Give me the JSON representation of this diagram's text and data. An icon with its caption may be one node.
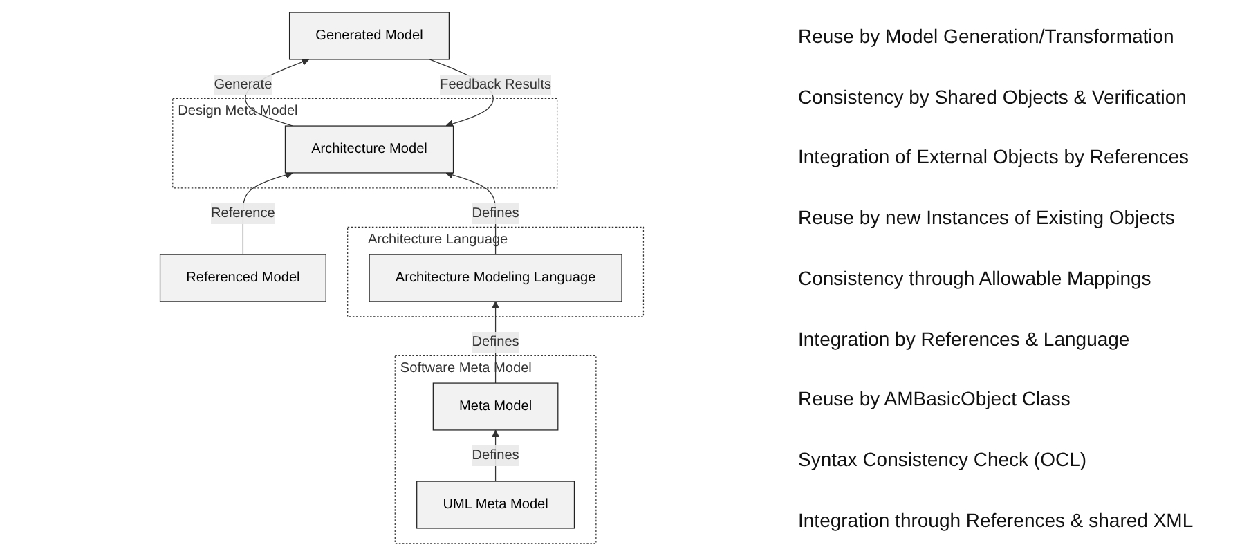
{
  "diagram": {
    "nodes": [
      {
        "text": [
          "Referenced Model"
        ]
      },
      {
        "text": [
          "Generated Model"
        ]
      },
      {
        "text": [
          "Design Meta Model"
        ]
      },
      {
        "text": [
          "Architecture Model"
        ],
        "in": 2
      },
      {
        "text": [
          "Architecture Language Meta Model"
        ]
      },
      {
        "text": [
          "Architecture Modeling Language"
        ],
        "in": 4
      },
      {
        "text": [
          "Software Meta Model"
        ]
      },
      {
        "text": [
          "UML Meta Model"
        ],
        "in": 6
      },
      {
        "text": [
          "Meta Model"
        ],
        "in": 6
      }
    ],
    "edges": [
      {
        "from": 0,
        "to": 3,
        "arrow": "to",
        "label": "Reference"
      },
      {
        "from": 3,
        "to": 1,
        "arrow": "to",
        "label": "Generate"
      },
      {
        "from": 1,
        "to": 3,
        "arrow": "to",
        "label": "Feedback Results"
      },
      {
        "from": 5,
        "to": 3,
        "arrow": "to",
        "label": "Defines"
      },
      {
        "from": 8,
        "to": 5,
        "arrow": "to",
        "label": "Defines"
      },
      {
        "from": 7,
        "to": 8,
        "arrow": "to",
        "label": "Defines"
      }
    ],
    "labels": [
      "Reuse by Model Generation/Transformation",
      "Consistency by Shared Objects & Verification",
      "Integration of External Objects by References",
      "Reuse by new Instances of Existing Objects",
      "Consistency through Allowable Mappings",
      "Integration by References & Language",
      "Reuse by AMBasicObject Class",
      "Syntax Consistency Check (OCL)",
      "Integration through References & shared XML"
    ]
  }
}
